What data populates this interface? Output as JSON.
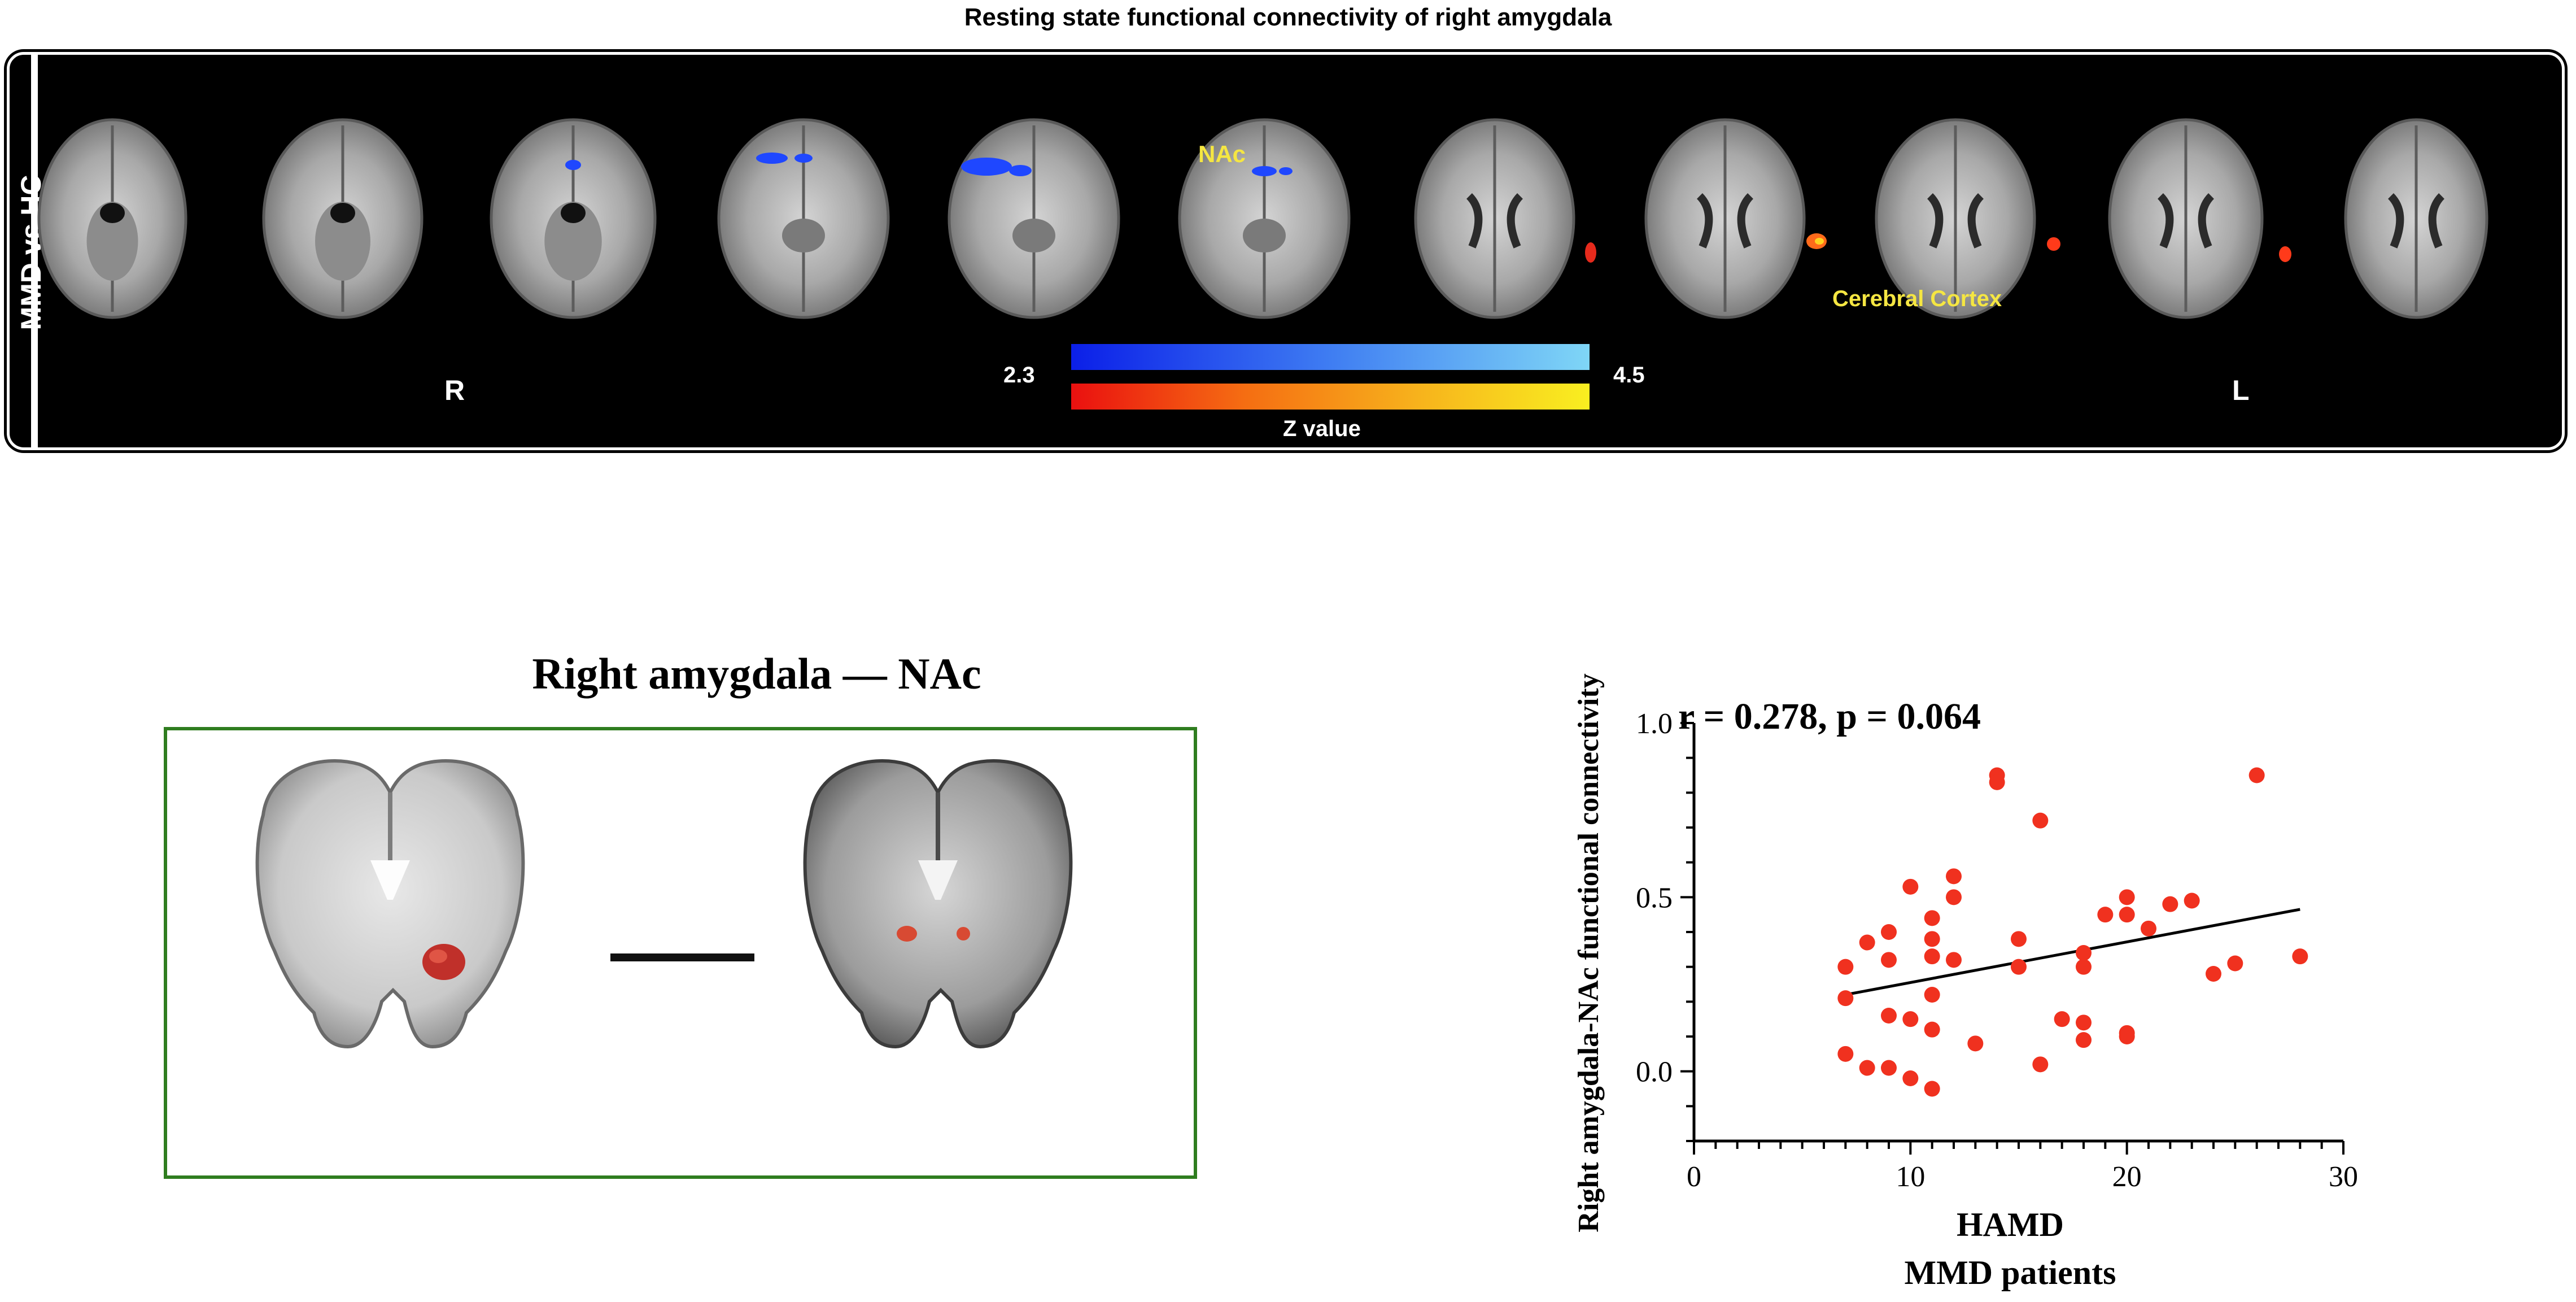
{
  "header": {
    "title": "Resting state functional connectivity of right amygdala"
  },
  "brain_panel": {
    "side_label": "MMD vs HC",
    "region_nac": "NAc",
    "region_cortex": "Cerebral Cortex",
    "orientation_right": "R",
    "orientation_left": "L",
    "colorbar": {
      "min_label": "2.3",
      "max_label": "4.5",
      "caption": "Z value"
    }
  },
  "coronal_panel": {
    "title": "Right amygdala — NAc"
  },
  "chart_data": {
    "type": "scatter",
    "annotation": "r  = 0.278, p = 0.064",
    "xlabel": "HAMD",
    "xlabel_sub": "MMD patients",
    "ylabel": "Right  amygdala-NAc functional connectivity",
    "xlim": [
      0,
      30
    ],
    "ylim": [
      -0.2,
      1.0
    ],
    "x_ticks": [
      "0",
      "10",
      "20",
      "30"
    ],
    "y_ticks": [
      "0.0",
      "0.5",
      "1.0"
    ],
    "point_color": "#f0311f",
    "fit_line": {
      "x": [
        7,
        28
      ],
      "y": [
        0.22,
        0.465
      ]
    },
    "points": [
      {
        "x": 7,
        "y": 0.3
      },
      {
        "x": 7,
        "y": 0.21
      },
      {
        "x": 7,
        "y": 0.05
      },
      {
        "x": 8,
        "y": 0.37
      },
      {
        "x": 8,
        "y": 0.01
      },
      {
        "x": 9,
        "y": 0.4
      },
      {
        "x": 9,
        "y": 0.32
      },
      {
        "x": 9,
        "y": 0.16
      },
      {
        "x": 9,
        "y": 0.01
      },
      {
        "x": 10,
        "y": 0.53
      },
      {
        "x": 10,
        "y": 0.15
      },
      {
        "x": 10,
        "y": -0.02
      },
      {
        "x": 11,
        "y": 0.44
      },
      {
        "x": 11,
        "y": 0.38
      },
      {
        "x": 11,
        "y": 0.33
      },
      {
        "x": 11,
        "y": 0.22
      },
      {
        "x": 11,
        "y": 0.12
      },
      {
        "x": 11,
        "y": -0.05
      },
      {
        "x": 12,
        "y": 0.56
      },
      {
        "x": 12,
        "y": 0.5
      },
      {
        "x": 12,
        "y": 0.32
      },
      {
        "x": 13,
        "y": 0.08
      },
      {
        "x": 14,
        "y": 0.85
      },
      {
        "x": 14,
        "y": 0.83
      },
      {
        "x": 15,
        "y": 0.38
      },
      {
        "x": 15,
        "y": 0.3
      },
      {
        "x": 16,
        "y": 0.72
      },
      {
        "x": 16,
        "y": 0.02
      },
      {
        "x": 17,
        "y": 0.15
      },
      {
        "x": 18,
        "y": 0.34
      },
      {
        "x": 18,
        "y": 0.3
      },
      {
        "x": 18,
        "y": 0.14
      },
      {
        "x": 18,
        "y": 0.09
      },
      {
        "x": 19,
        "y": 0.45
      },
      {
        "x": 20,
        "y": 0.5
      },
      {
        "x": 20,
        "y": 0.45
      },
      {
        "x": 20,
        "y": 0.11
      },
      {
        "x": 20,
        "y": 0.1
      },
      {
        "x": 21,
        "y": 0.41
      },
      {
        "x": 22,
        "y": 0.48
      },
      {
        "x": 23,
        "y": 0.49
      },
      {
        "x": 24,
        "y": 0.28
      },
      {
        "x": 25,
        "y": 0.31
      },
      {
        "x": 26,
        "y": 0.85
      },
      {
        "x": 28,
        "y": 0.33
      }
    ]
  }
}
